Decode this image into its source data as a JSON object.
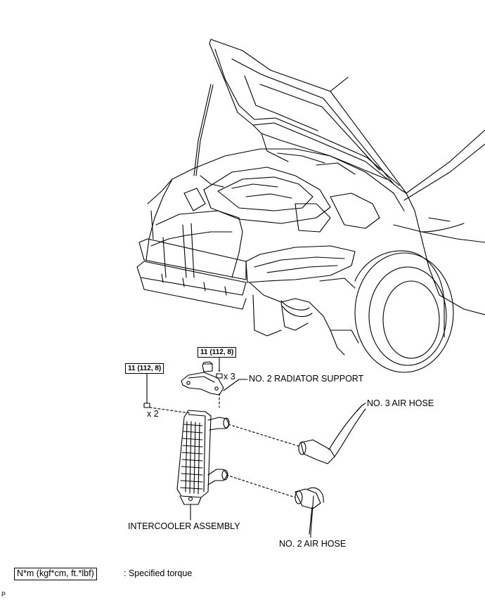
{
  "labels": {
    "radiator_support": "NO. 2 RADIATOR SUPPORT",
    "no3_air_hose": "NO. 3 AIR HOSE",
    "no2_air_hose": "NO. 2 AIR HOSE",
    "intercooler": "INTERCOOLER ASSEMBLY"
  },
  "torque_specs": {
    "upper": "11 (112, 8)",
    "left": "11 (112, 8)"
  },
  "quantities": {
    "upper_bolts": "x 3",
    "left_bolts": "x 2"
  },
  "legend": {
    "unit_box": "N*m (kgf*cm, ft.*lbf)",
    "description": ": Specified torque"
  },
  "corner_mark": "P"
}
